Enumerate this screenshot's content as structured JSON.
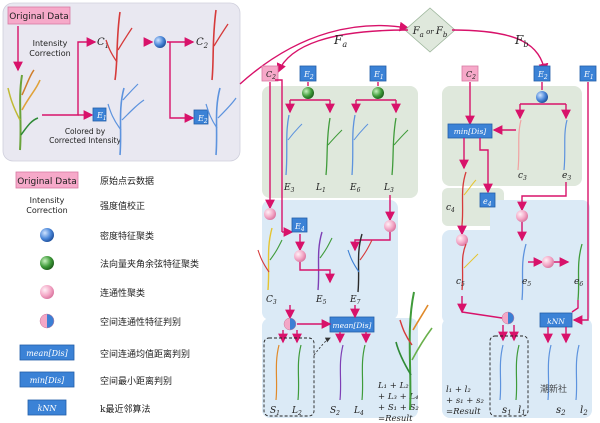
{
  "inset": {
    "original_label": "Original Data",
    "intensity_line1": "Intensity",
    "intensity_line2": "Correction",
    "colored_line1": "Colored by",
    "colored_line2": "Corrected Intensity",
    "c1": "C",
    "c1_sub": "1",
    "c2": "C",
    "c2_sub": "2",
    "e1": "E",
    "e1_sub": "1",
    "e2": "E",
    "e2_sub": "2"
  },
  "legend": {
    "original_data": "Original Data",
    "original_data_desc": "原始点云数据",
    "intensity_line1": "Intensity",
    "intensity_line2": "Correction",
    "intensity_desc": "强度值校正",
    "density_desc": "密度特征聚类",
    "normal_desc": "法向量夹角余弦特征聚类",
    "connectivity_desc": "连通性聚类",
    "spatial_conn_desc": "空间连通性特征判别",
    "mean_label": "mean[Dis]",
    "mean_desc": "空间连通均值距离判别",
    "min_label": "min[Dis]",
    "min_desc": "空间最小距离判别",
    "knn_label": "kNN",
    "knn_desc": "k最近邻算法"
  },
  "top": {
    "decision_label": "F",
    "decision_sub_a": "a",
    "decision_or": " or ",
    "decision_sub_b": "b",
    "fa": "F",
    "fa_sub": "a",
    "fb": "F",
    "fb_sub": "b"
  },
  "branch_a": {
    "c2": "C",
    "c2_sub": "2",
    "e2": "E",
    "e2_sub": "2",
    "e1": "E",
    "e1_sub": "1",
    "e3": "E",
    "e3_sub": "3",
    "l1": "L",
    "l1_sub": "1",
    "e6": "E",
    "e6_sub": "6",
    "l3": "L",
    "l3_sub": "3",
    "e4": "E",
    "e4_sub": "4",
    "c3": "C",
    "c3_sub": "3",
    "e5": "E",
    "e5_sub": "5",
    "e7": "E",
    "e7_sub": "7",
    "mean_label": "mean[Dis]",
    "s1": "S",
    "s1_sub": "1",
    "l2": "L",
    "l2_sub": "2",
    "s2": "S",
    "s2_sub": "2",
    "l4": "L",
    "l4_sub": "4",
    "eq_line1": "L₁ + L₂",
    "eq_line2": "+ L₃ + L₄",
    "eq_line3": "+ S₁ + S₂",
    "eq_line4": "=Result"
  },
  "branch_b": {
    "c2": "C",
    "c2_sub": "2",
    "e2": "E",
    "e2_sub": "2",
    "e1": "E",
    "e1_sub": "1",
    "min_label": "min[Dis]",
    "c3": "c",
    "c3_sub": "3",
    "e3": "e",
    "e3_sub": "3",
    "c4": "c",
    "c4_sub": "4",
    "e4": "e",
    "e4_sub": "4",
    "c5": "c",
    "c5_sub": "5",
    "e5": "e",
    "e5_sub": "5",
    "e6": "e",
    "e6_sub": "6",
    "knn_label": "kNN",
    "s1": "s",
    "s1_sub": "1",
    "l1": "l",
    "l1_sub": "1",
    "s2": "s",
    "s2_sub": "2",
    "l2": "l",
    "l2_sub": "2",
    "eq_line1": "l₁ + l₂",
    "eq_line2": "+ s₁ + s₂",
    "eq_line3": "=Result"
  },
  "watermark": "潮新社",
  "colors": {
    "pink": "#f6a9c9",
    "blue_box": "#3b82d6",
    "arrow": "#d8126a",
    "green_panel": "#dfe8dc",
    "blue_panel": "#dbeaf6",
    "inset_bg": "#e9e8f1"
  }
}
